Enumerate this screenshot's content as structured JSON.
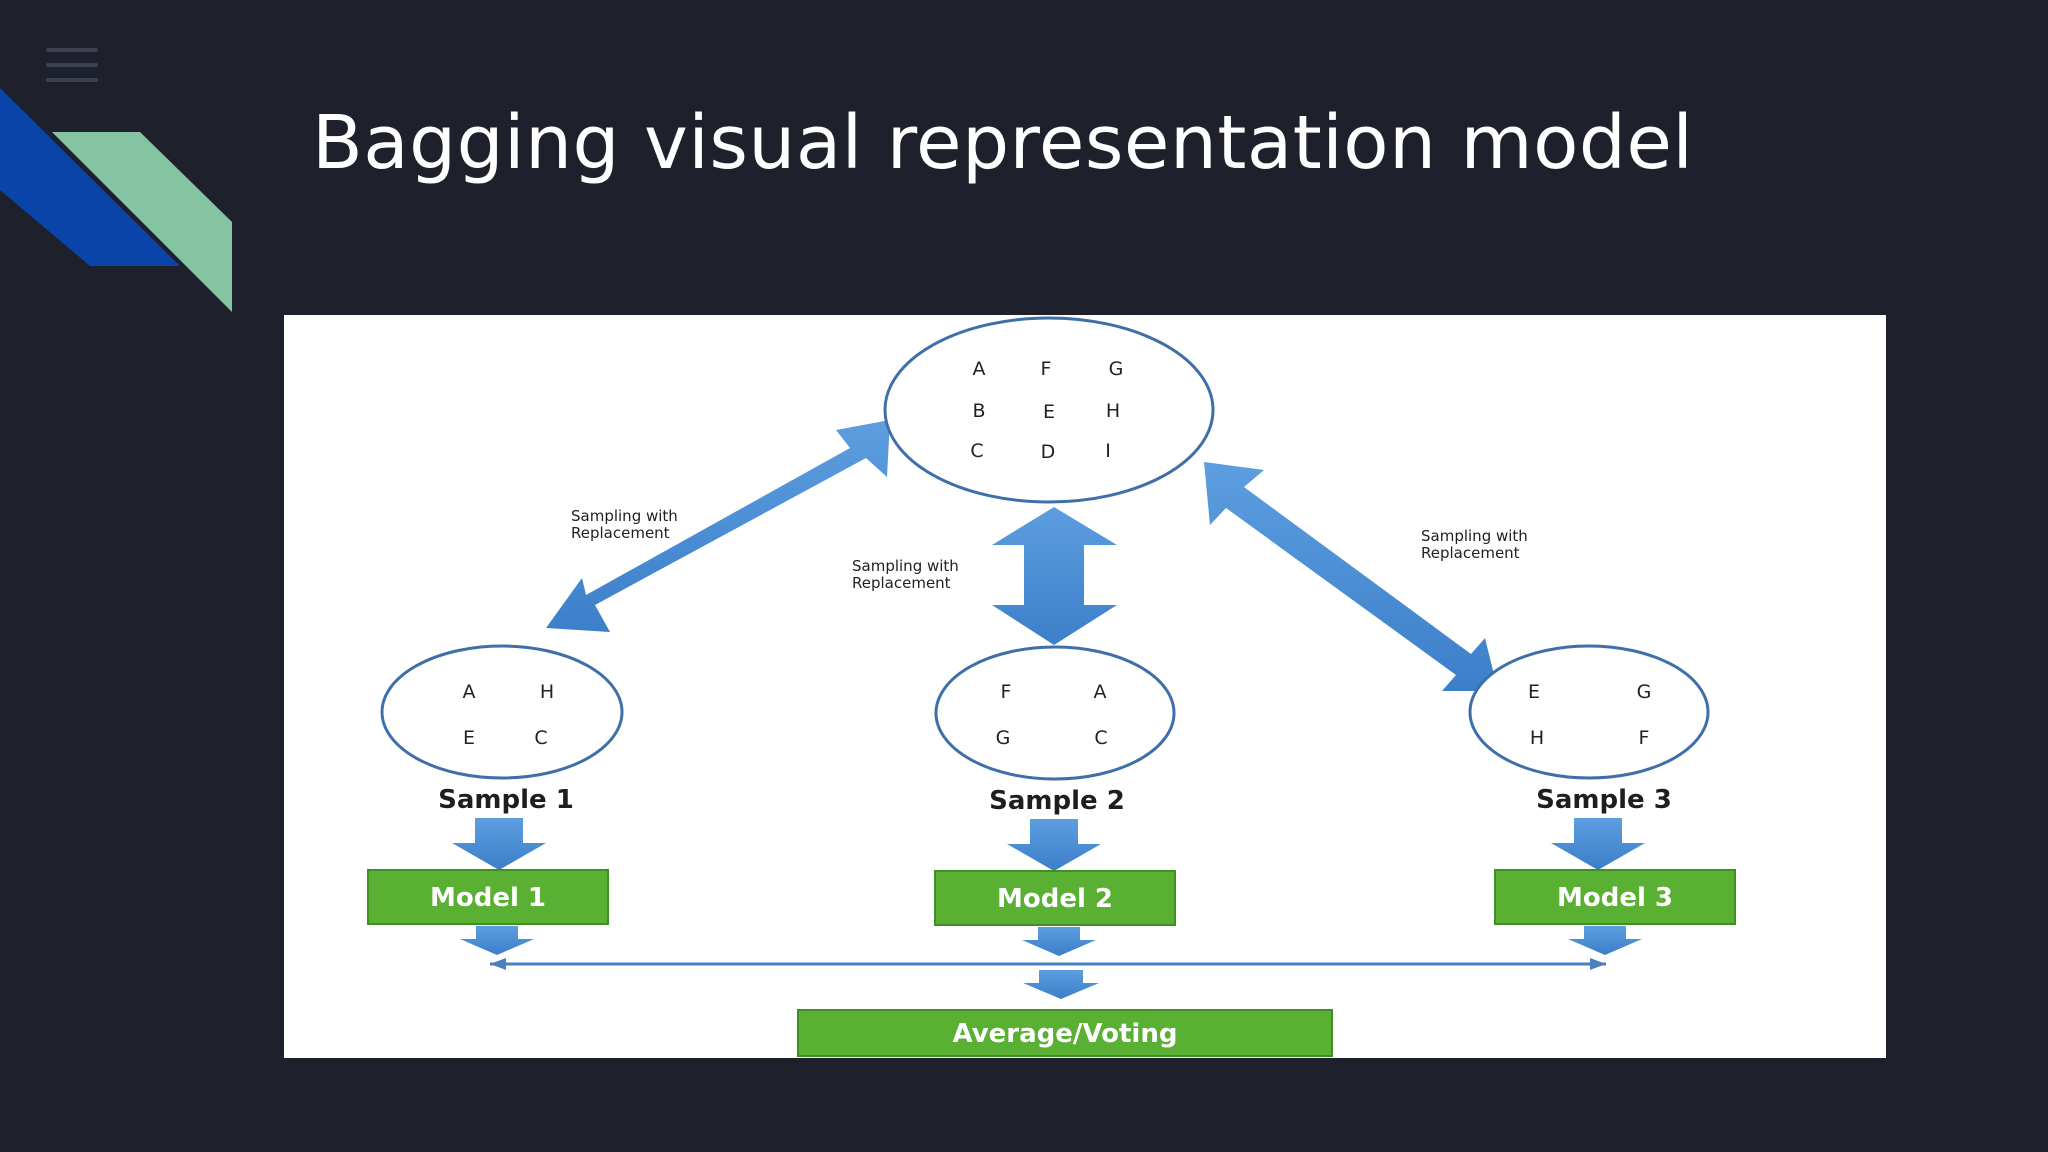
{
  "slide": {
    "title": "Bagging visual representation model"
  },
  "diagram": {
    "dataset_letters": [
      "A",
      "F",
      "G",
      "B",
      "E",
      "H",
      "C",
      "D",
      "I"
    ],
    "edge_labels": [
      [
        "Sampling with",
        "Replacement"
      ],
      [
        "Sampling with",
        "Replacement"
      ],
      [
        "Sampling with",
        "Replacement"
      ]
    ],
    "samples": [
      {
        "label": "Sample 1",
        "letters": [
          "A",
          "H",
          "E",
          "C"
        ],
        "model": "Model 1"
      },
      {
        "label": "Sample 2",
        "letters": [
          "F",
          "A",
          "G",
          "C"
        ],
        "model": "Model 2"
      },
      {
        "label": "Sample 3",
        "letters": [
          "E",
          "G",
          "H",
          "F"
        ],
        "model": "Model 3"
      }
    ],
    "output": "Average/Voting"
  },
  "colors": {
    "background": "#1e202c",
    "accent_blue": "#0a44a8",
    "accent_green": "#84c4a2",
    "arrow_blue": "#4a8fd6",
    "circle_stroke": "#3f6fa8",
    "box_green": "#5ab033"
  }
}
